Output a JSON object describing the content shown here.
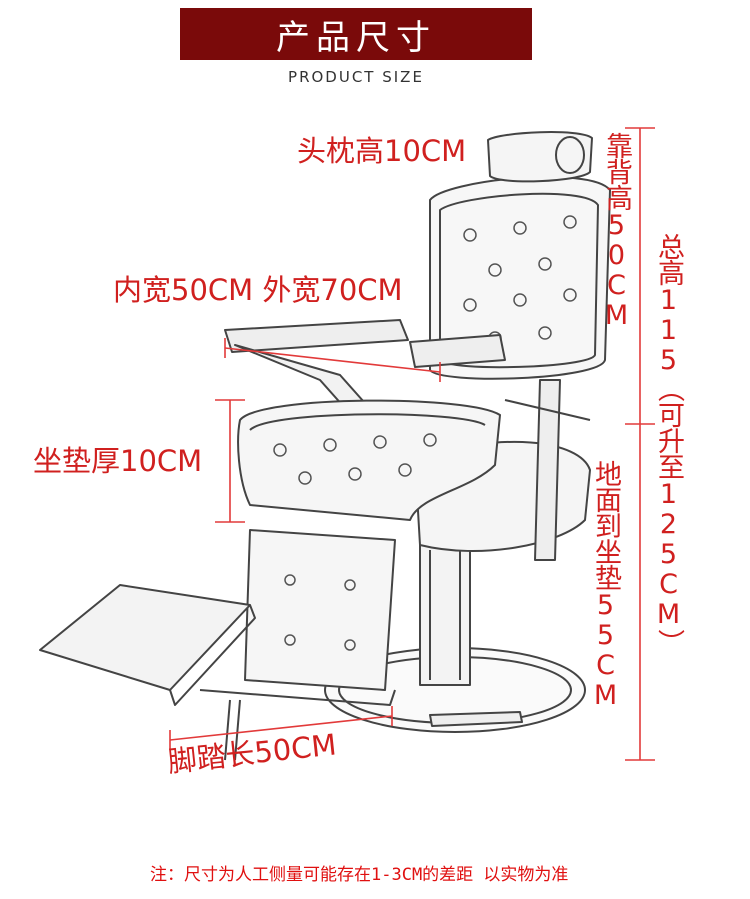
{
  "header": {
    "title": "产品尺寸",
    "subtitle": "PRODUCT SIZE"
  },
  "dimensions": {
    "headrest_height": "头枕高10CM",
    "width": "内宽50CM 外宽70CM",
    "cushion_thickness": "坐垫厚10CM",
    "footrest_length": "脚踏长50CM",
    "backrest_height": "靠背高50CM",
    "total_height": "总高115（可升至125CM）",
    "seat_height": "地面到坐垫55CM"
  },
  "note": "注：尺寸为人工侧量可能存在1-3CM的差距 以实物为准",
  "colors": {
    "banner": "#7a0a0a",
    "dimension_text": "#d0201f",
    "dimension_line": "#e23a3a",
    "line_art": "#444444"
  }
}
